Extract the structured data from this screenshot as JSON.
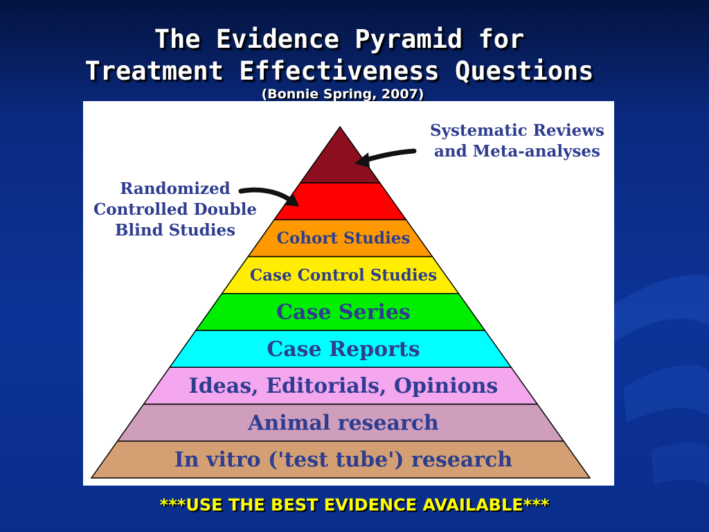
{
  "slide": {
    "title_line_1": "The Evidence Pyramid for",
    "title_line_2": "Treatment Effectiveness Questions",
    "subtitle": "(Bonnie Spring, 2007)",
    "footer_note": "***USE THE BEST EVIDENCE AVAILABLE***"
  },
  "pyramid": {
    "levels": [
      {
        "label": "",
        "color": "#8b0f1e"
      },
      {
        "label": "",
        "color": "#ff0000"
      },
      {
        "label": "Cohort Studies",
        "color": "#ff9900"
      },
      {
        "label": "Case Control Studies",
        "color": "#ffee00"
      },
      {
        "label": "Case Series",
        "color": "#00ee00"
      },
      {
        "label": "Case Reports",
        "color": "#00ffff"
      },
      {
        "label": "Ideas, Editorials, Opinions",
        "color": "#f4a6ee"
      },
      {
        "label": "Animal research",
        "color": "#cf9ebd"
      },
      {
        "label": "In vitro ('test tube') research",
        "color": "#d4a073"
      }
    ],
    "callouts": {
      "systematic_reviews": "Systematic Reviews\nand Meta-analyses",
      "rct": "Randomized\nControlled Double\nBlind Studies"
    },
    "label_color": "#2e3d8f"
  }
}
